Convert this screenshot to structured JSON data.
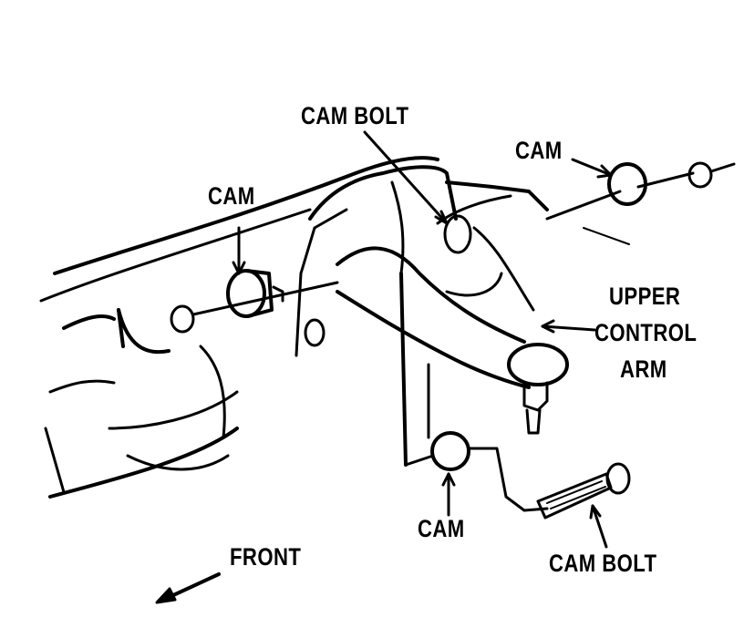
{
  "labels": {
    "cam_top_right": "CAM",
    "cam_bolt_top": "CAM BOLT",
    "cam_left": "CAM",
    "upper_control_arm": [
      "UPPER",
      "CONTROL",
      "ARM"
    ],
    "cam_bottom": "CAM",
    "cam_bolt_bottom": "CAM BOLT",
    "front": "FRONT"
  },
  "icons": {
    "front_arrow": "arrow-down-left-icon"
  },
  "colors": {
    "ink": "#000000",
    "paper": "#ffffff"
  }
}
